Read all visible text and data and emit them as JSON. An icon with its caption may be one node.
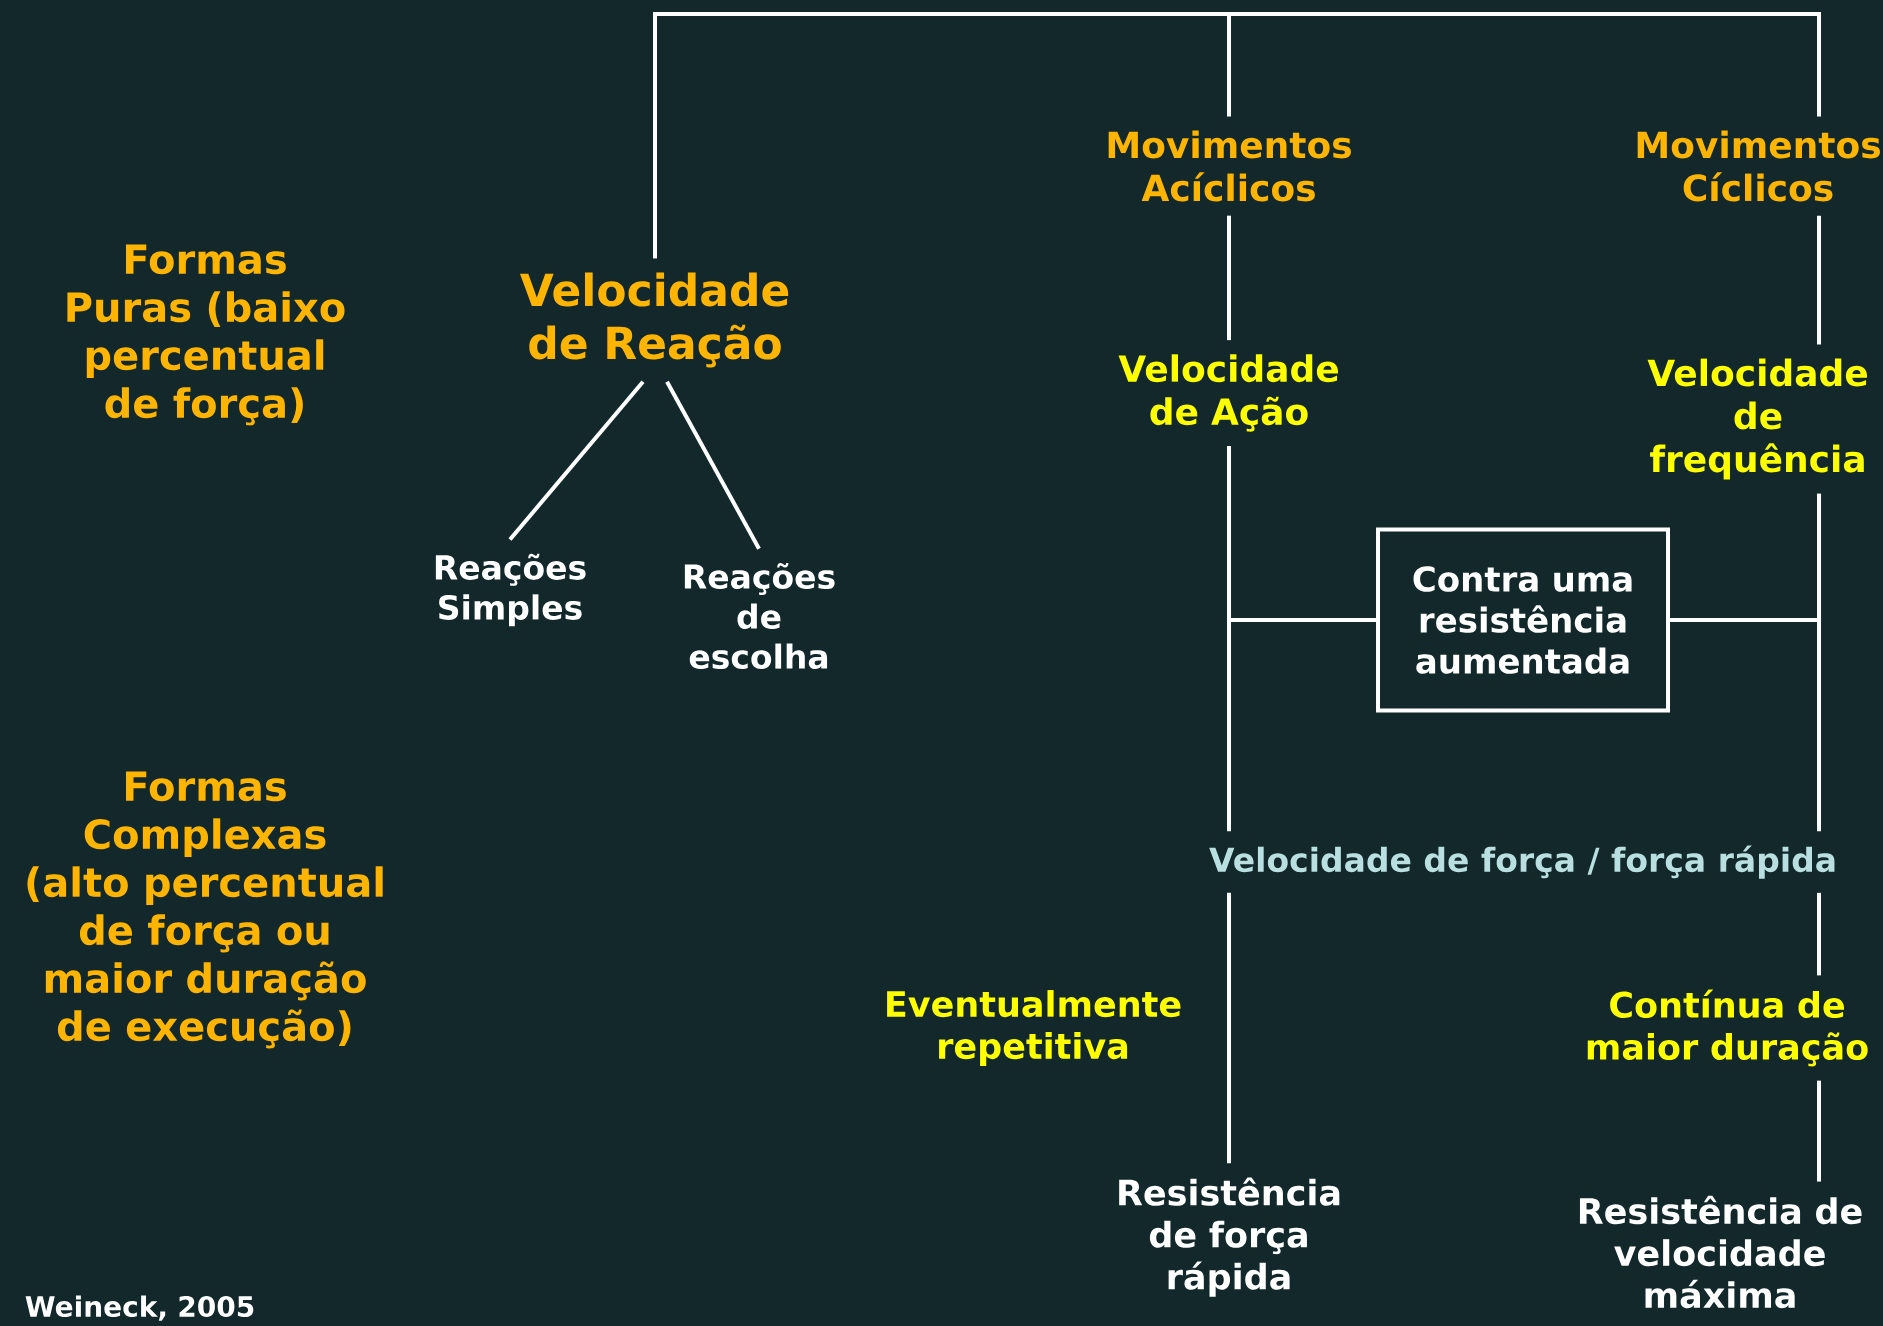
{
  "diagram": {
    "nodes": [
      {
        "text": [
          "Velocidade de Reação"
        ]
      },
      {
        "text": [
          "Reações Simples"
        ]
      },
      {
        "text": [
          "Reações de escolha"
        ]
      },
      {
        "text": [
          "Movimentos Acíclicos"
        ]
      },
      {
        "text": [
          "Movimentos Cíclicos"
        ]
      },
      {
        "text": [
          "Velocidade de Ação"
        ]
      },
      {
        "text": [
          "Velocidade de frequência"
        ]
      },
      {
        "text": [
          "Contra uma resistência aumentada"
        ]
      },
      {
        "text": [
          "Velocidade de força / força rápida"
        ]
      },
      {
        "text": [
          "Contínua de maior duração"
        ]
      },
      {
        "text": [
          "Resistência de força rápida"
        ]
      },
      {
        "text": [
          "Resistência de velocidade máxima"
        ]
      }
    ],
    "edges": [
      {
        "from": 0,
        "to": 3,
        "arrow": "none"
      },
      {
        "from": 0,
        "to": 4,
        "arrow": "none"
      },
      {
        "from": 3,
        "to": 5,
        "arrow": "none"
      },
      {
        "from": 4,
        "to": 6,
        "arrow": "none"
      },
      {
        "from": 0,
        "to": 1,
        "arrow": "none"
      },
      {
        "from": 0,
        "to": 2,
        "arrow": "none"
      },
      {
        "from": 5,
        "to": 8,
        "arrow": "none"
      },
      {
        "from": 6,
        "to": 8,
        "arrow": "none"
      },
      {
        "from": 7,
        "to": 5,
        "arrow": "none"
      },
      {
        "from": 7,
        "to": 6,
        "arrow": "none"
      },
      {
        "from": 8,
        "to": 10,
        "arrow": "none",
        "label": "Eventualmente repetitiva"
      },
      {
        "from": 8,
        "to": 9,
        "arrow": "none"
      },
      {
        "from": 9,
        "to": 11,
        "arrow": "none"
      }
    ],
    "labels": [
      "Formas Puras (baixo percentual de força)",
      "Formas Complexas (alto percentual de força ou maior duração de execução)",
      "Weineck, 2005"
    ]
  }
}
